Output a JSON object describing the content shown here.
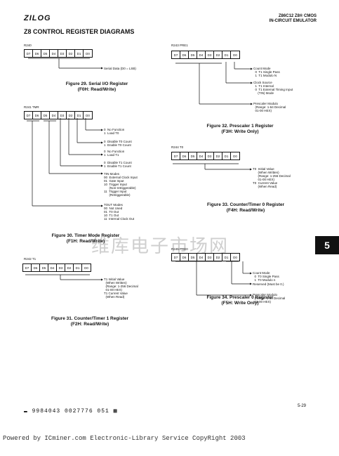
{
  "header": {
    "logo": "ZILOG",
    "product_line1": "Z86C12 Z8® CMOS",
    "product_line2": "IN-CIRCUIT EMULATOR"
  },
  "page_title": "Z8 CONTROL REGISTER DIAGRAMS",
  "bits": [
    "D7",
    "D6",
    "D5",
    "D4",
    "D3",
    "D2",
    "D1",
    "D0"
  ],
  "fig29": {
    "reg": "R240",
    "desc": "Serial Data (D0 = LSB)",
    "caption1": "Figure 29.  Serial I/O Register",
    "caption2": "(F0H: Read/Write)"
  },
  "fig30": {
    "reg": "R241 TMR",
    "d0": "0  No Function\n1  Load T0",
    "d1": "0  Disable T0 Count\n1  Enable T0 Count",
    "d2": "0  No Function\n1  Load T1",
    "d3": "0  Disable T1 Count\n1  Enable T1 Count",
    "tin": "TIN Modes\n00  External Clock Input\n01  Gate Input\n10  Trigger Input\n      (Non-retriggerable)\n11  Trigger Input\n      (Retriggerable)",
    "tout": "TOUT Modes\n00  Not Used\n01  T0 Out\n10  T1 Out\n11  Internal Clock Out",
    "caption1": "Figure 30.  Timer Mode Register",
    "caption2": "(F1H: Read/Write)"
  },
  "fig31": {
    "reg": "R242 T1",
    "desc": "T1 Initial Value\n  (When Written)\n  (Range: 1-256 Decimal\n  01-00 HEX)\nT1 Current Value\n  (When Read)",
    "caption1": "Figure 31.  Counter/Timer 1 Register",
    "caption2": "(F2H: Read/Write)"
  },
  "fig32": {
    "reg": "R243 PRE1",
    "count": "Count Mode\n  0  T1 Single Pass\n  1  T1 Modulo N",
    "clock": "Clock Source\n  1  T1 Internal\n  0  T1 External Timing Input\n     (TIN) Mode",
    "modulo": "Prescaler Modulo\n  (Range: 1-64 Decimal\n  01-00 HEX)",
    "caption1": "Figure 32.  Prescaler 1 Register",
    "caption2": "(F3H: Write Only)"
  },
  "fig33": {
    "reg": "R244 T0",
    "desc": "T0  Initial Value\n      (When Written)\n      (Range: 1-256 Decimal\n      01-00 HEX)\nT0  Current Value\n      (When Read)",
    "caption1": "Figure 33.  Counter/Timer 0 Register",
    "caption2": "(F4H: Read/Write)"
  },
  "fig34": {
    "reg": "R245 PRE0",
    "count": "Count Mode\n  0  T0 Single Pass\n  1  T0 Modulo n",
    "reserved": "Reserved (Must be 0.)",
    "modulo": "Prescaler Modulo\n  (Range: 1-64 Decimal\n  01-00 HEX)",
    "caption1": "Figure 34.  Prescaler 0 Register",
    "caption2": "(F5H: Write Only)"
  },
  "watermark": "维库电子市场网",
  "section_tab": "5",
  "footer": {
    "code": "9984043 0027776 051",
    "page_number": "5-29",
    "credit": "Powered by ICminer.com Electronic-Library Service CopyRight 2003"
  }
}
